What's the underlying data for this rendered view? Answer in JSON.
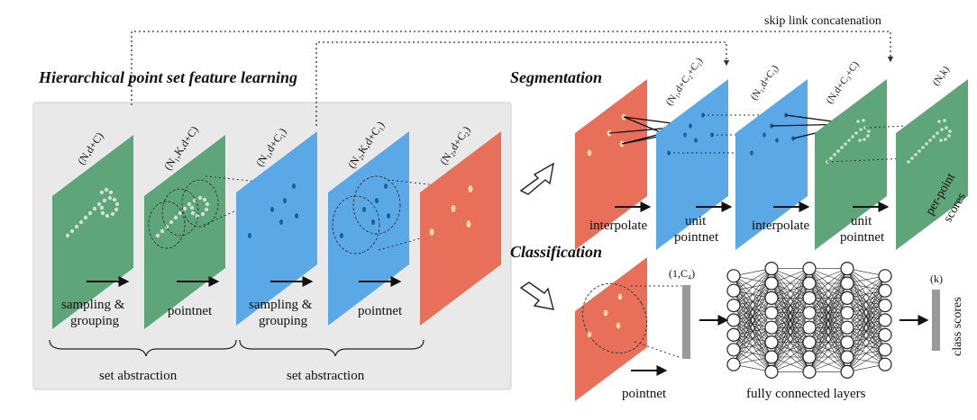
{
  "titles": {
    "hierarchical": "Hierarchical point set feature learning",
    "segmentation": "Segmentation",
    "classification": "Classification"
  },
  "skip_link": "skip link concatenation",
  "stages": {
    "sampling_grouping_1": "sampling &",
    "sampling_grouping_1b": "grouping",
    "pointnet_1": "pointnet",
    "sampling_grouping_2": "sampling &",
    "sampling_grouping_2b": "grouping",
    "pointnet_2": "pointnet",
    "set_abstraction_1": "set abstraction",
    "set_abstraction_2": "set abstraction"
  },
  "plane_labels": {
    "p1": "(N,d+C)",
    "p2": "(N₁,K,d+C)",
    "p3": "(N₁,d+C₁)",
    "p4": "(N₂,K,d+C₁)",
    "p5": "(N₂,d+C₂)",
    "s1": "(N₁,d+C₂+C₁)",
    "s2": "(N₁,d+C₃)",
    "s3": "(N,d+C₃+C)",
    "s4": "(N,k)",
    "c_vec": "(1,C₄)",
    "c_out": "(k)"
  },
  "seg_steps": {
    "interpolate_1": "interpolate",
    "unit_pointnet_1a": "unit",
    "unit_pointnet_1b": "pointnet",
    "interpolate_2": "interpolate",
    "unit_pointnet_2a": "unit",
    "unit_pointnet_2b": "pointnet",
    "per_point_a": "per-point",
    "per_point_b": "scores"
  },
  "cls_steps": {
    "pointnet": "pointnet",
    "fc_layers": "fully connected layers",
    "class_scores": "class scores"
  },
  "colors": {
    "green": "#5fa57a",
    "blue": "#5aa8e6",
    "red": "#e8705a",
    "gray_panel": "#e9e9e9",
    "dot_light": "#cfe0d4",
    "dot_blue": "#1a5e9a",
    "dot_yellow": "#f5d9a0"
  }
}
